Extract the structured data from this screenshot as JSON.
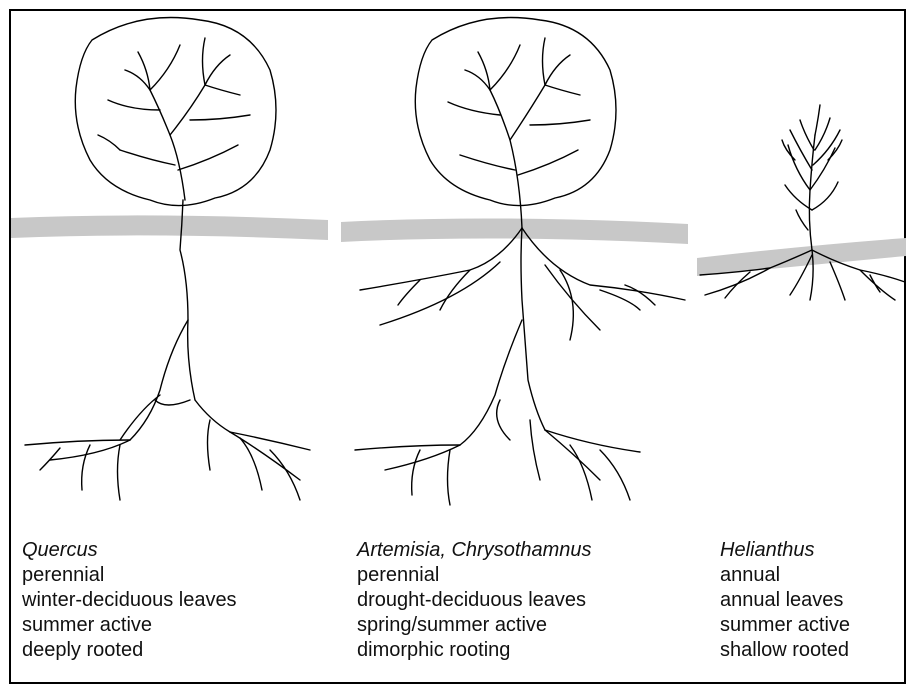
{
  "plants": [
    {
      "genus": "Quercus",
      "traits": [
        "perennial",
        "winter-deciduous leaves",
        "summer active",
        "deeply rooted"
      ]
    },
    {
      "genus": "Artemisia, Chrysothamnus",
      "traits": [
        "perennial",
        "drought-deciduous leaves",
        "spring/summer active",
        "dimorphic rooting"
      ]
    },
    {
      "genus": "Helianthus",
      "traits": [
        "annual",
        "annual leaves",
        "summer active",
        "shallow rooted"
      ]
    }
  ],
  "colors": {
    "soil_surface": "#c8c8c8",
    "lines": "#000000",
    "frame": "#000000"
  }
}
